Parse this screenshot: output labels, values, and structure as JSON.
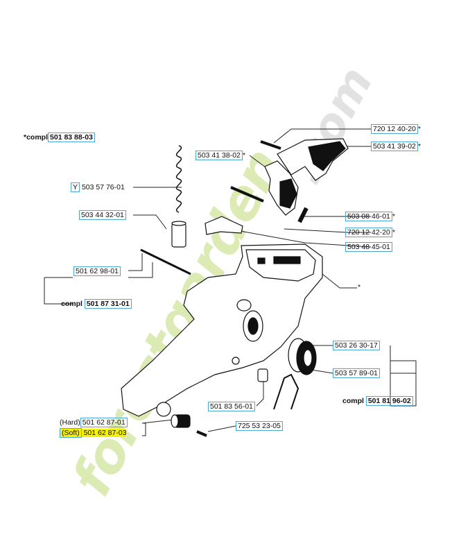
{
  "labels": {
    "compl_501_83_88_03_prefix": "*compl",
    "compl_501_83_88_03": "501 83 88-03",
    "p_720_12_40_20": "720 12 40-20",
    "p_720_12_40_20_star": "*",
    "p_503_41_38_02": "503 41 38-02",
    "p_503_41_38_02_star": "*",
    "p_503_41_39_02": "503 41 39-02",
    "p_503_41_39_02_star": "*",
    "y_prefix": "Y",
    "p_503_57_76_01": "503 57 76-01",
    "p_503_44_32_01": "503 44 32-01",
    "p_503_08_46_01": "503 08 46-01",
    "p_503_08_46_01_star": "*",
    "p_720_12_42_20": "720 12 42-20",
    "p_720_12_42_20_star": "*",
    "p_503_48_45_01": "503 48 45-01",
    "p_501_62_98_01": "501 62 98-01",
    "star_housing": "*",
    "compl_501_87_31_01_prefix": "compl",
    "compl_501_87_31_01": "501 87 31-01",
    "p_503_26_30_17": "503 26 30-17",
    "p_503_57_89_01": "503 57 89-01",
    "compl_501_81_96_02_prefix": "compl",
    "compl_501_81_96_02": "501 81 96-02",
    "p_501_83_56_01": "501 83 56-01",
    "hard_prefix": "(Hard)",
    "p_501_62_87_01": "501 62 87-01",
    "soft_prefix": "(Soft)",
    "p_501_62_87_03": "501 62 87-03",
    "p_725_53_23_05": "725 53 23-05"
  },
  "watermark": {
    "text": "forestgarden.com",
    "color": "#c8dc8a"
  },
  "colors": {
    "box_border": "#4aa8d8",
    "highlight": "#f6f200",
    "line": "#222222"
  }
}
